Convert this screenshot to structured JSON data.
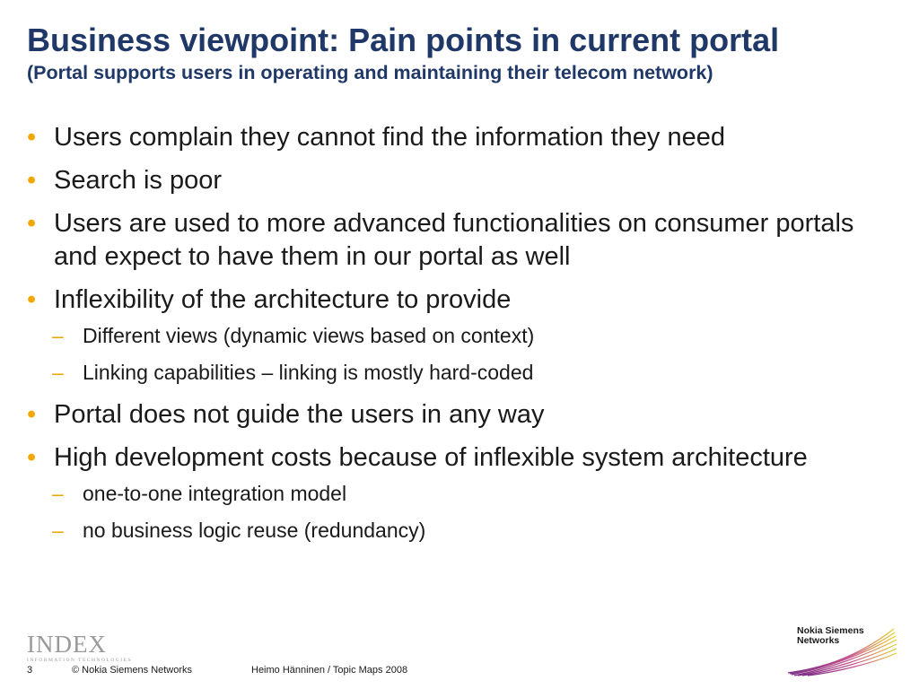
{
  "slide": {
    "title": "Business viewpoint: Pain points in current portal",
    "subtitle": "(Portal supports users in operating and maintaining their telecom network)"
  },
  "bullets": [
    {
      "level": 1,
      "text": "Users complain they cannot find the information they need"
    },
    {
      "level": 1,
      "text": "Search is poor"
    },
    {
      "level": 1,
      "text": "Users are used to more advanced functionalities on consumer portals and expect to have them in our portal as well"
    },
    {
      "level": 1,
      "text": "Inflexibility of the architecture to provide"
    },
    {
      "level": 2,
      "text": "Different views (dynamic views based on context)"
    },
    {
      "level": 2,
      "text": "Linking capabilities – linking is mostly hard-coded"
    },
    {
      "level": 1,
      "text": "Portal does not guide the users in any way"
    },
    {
      "level": 1,
      "text": "High development costs because of inflexible system architecture"
    },
    {
      "level": 2,
      "text": "one-to-one integration model"
    },
    {
      "level": 2,
      "text": "no business logic reuse (redundancy)"
    }
  ],
  "markers": {
    "bullet_glyph": "•",
    "dash_glyph": "–"
  },
  "logos": {
    "index_word": "INDEX",
    "index_tagline": "INFORMATION TECHNOLOGIES",
    "nsn_line1": "Nokia Siemens",
    "nsn_line2": "Networks"
  },
  "footer": {
    "page_number": "3",
    "copyright": "© Nokia Siemens Networks",
    "author": "Heimo Hänninen / Topic Maps 2008"
  },
  "colors": {
    "title": "#1f3868",
    "bullet_marker": "#f0a800",
    "text": "#1a1a1a",
    "index_logo": "#9a9a9a"
  }
}
